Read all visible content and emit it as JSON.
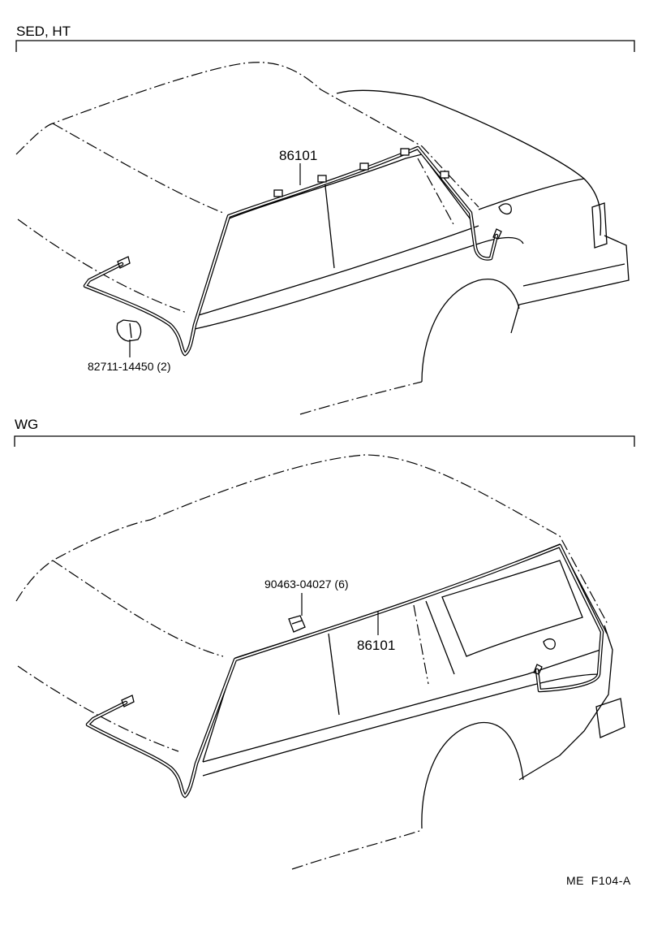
{
  "sections": [
    {
      "label": "SED, HT",
      "callouts": [
        {
          "part_number": "86101"
        },
        {
          "part_number": "82711-14450 (2)"
        }
      ]
    },
    {
      "label": "WG",
      "callouts": [
        {
          "part_number": "90463-04027 (6)"
        },
        {
          "part_number": "86101"
        }
      ]
    }
  ],
  "footer_code": "ME  F104-A"
}
